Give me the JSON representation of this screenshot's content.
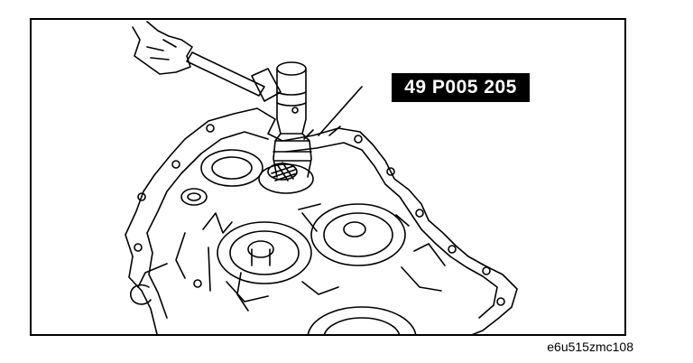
{
  "callout": {
    "part_number": "49 P005 205"
  },
  "footer": {
    "image_id": "e6u515zmc108"
  },
  "illustration": {
    "subject": "transmission-case-bushing-installation"
  }
}
